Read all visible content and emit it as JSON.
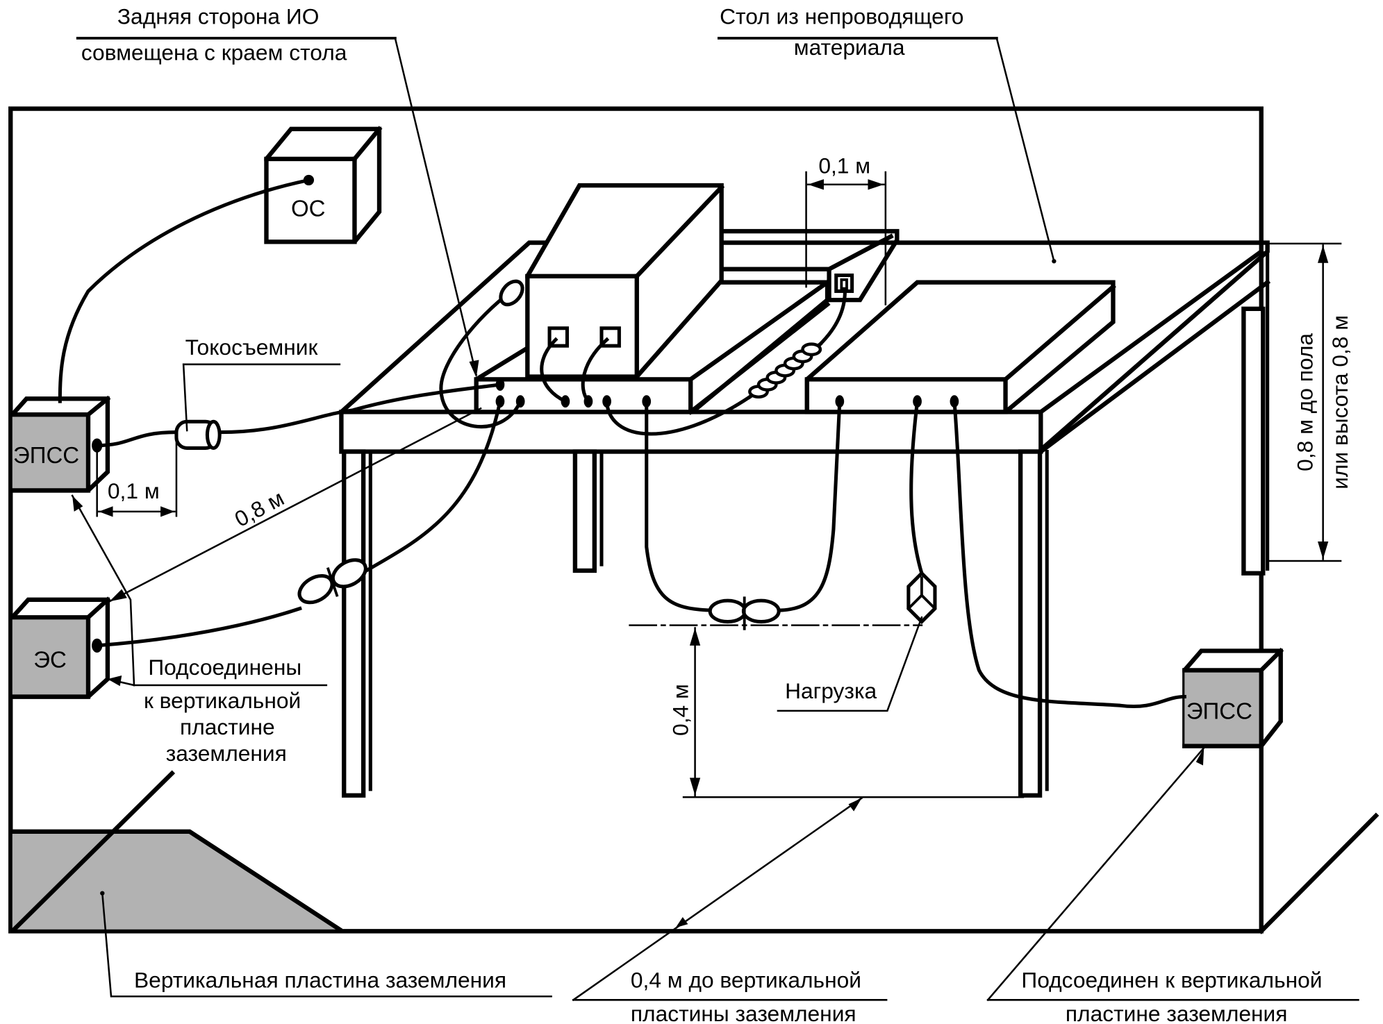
{
  "diagram": {
    "title": "Test setup: EUT on non-conductive table with vertical ground plane",
    "colors": {
      "line": "#000000",
      "device_fill": "#b2b2b2",
      "background": "#ffffff"
    },
    "boxes": {
      "os": "ОС",
      "epss_left": "ЭПСС",
      "es": "ЭС",
      "epss_right": "ЭПСС"
    },
    "callouts": {
      "back_side_line1": "Задняя сторона ИО",
      "back_side_line2": "совмещена с краем стола",
      "table_line1": "Стол из непроводящего",
      "table_line2": "материала",
      "current_probe": "Токосъемник",
      "connected_line1": "Подсоединены",
      "connected_line2": "к вертикальной",
      "connected_line3": "пластине",
      "connected_line4": "заземления",
      "load": "Нагрузка",
      "vertical_plane": "Вертикальная пластина заземления",
      "dist_plane_line1": "0,4 м до вертикальной",
      "dist_plane_line2": "пластины заземления",
      "connected_right_line1": "Подсоединен к вертикальной",
      "connected_right_line2": "пластине заземления"
    },
    "dimensions": {
      "gap_top": "0,1 м",
      "gap_left": "0,1 м",
      "diag_distance": "0,8 м",
      "cable_height": "0,4 м",
      "table_height_line1": "0,8 м до пола",
      "table_height_line2": "или высота 0,8 м"
    }
  }
}
